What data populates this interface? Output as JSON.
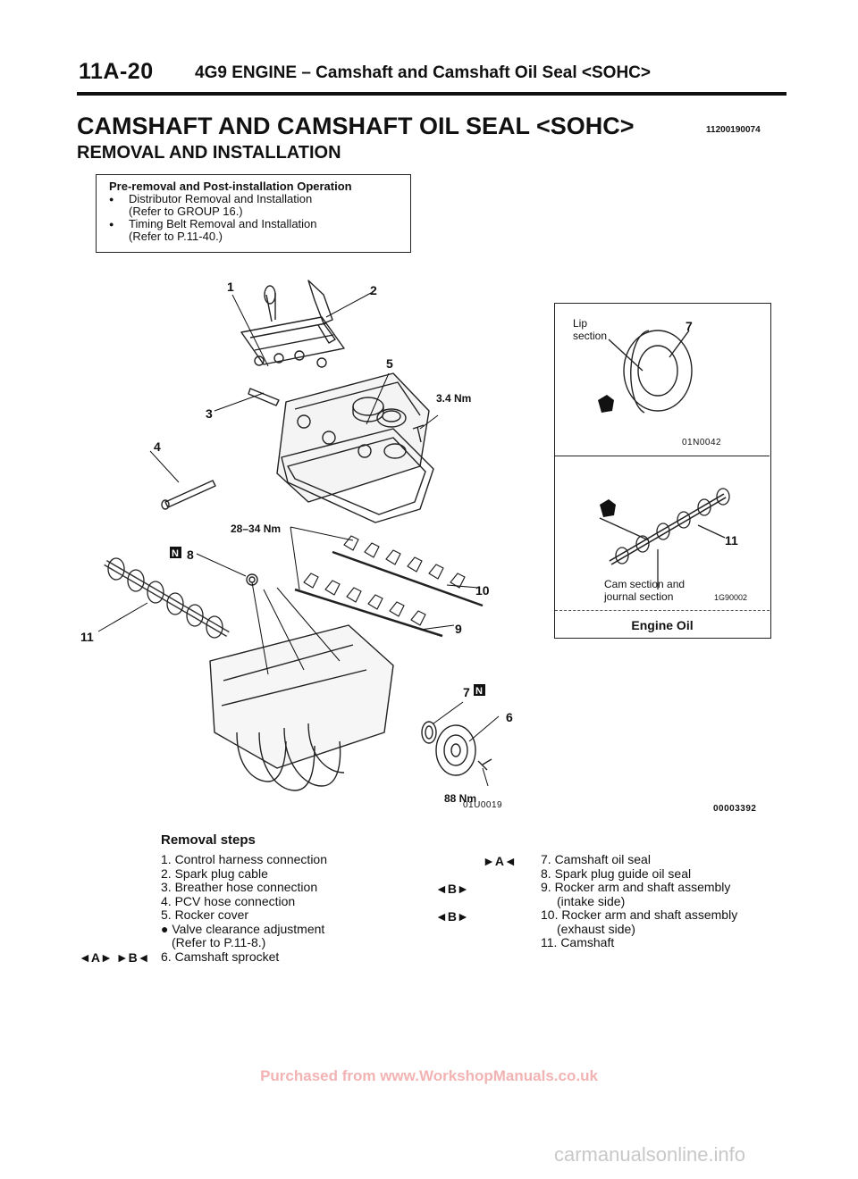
{
  "header": {
    "page_number": "11A-20",
    "section_title": "4G9 ENGINE – Camshaft and Camshaft Oil Seal <SOHC>"
  },
  "title": {
    "main": "CAMSHAFT AND CAMSHAFT OIL SEAL <SOHC>",
    "code": "11200190074",
    "subtitle": "REMOVAL AND INSTALLATION"
  },
  "pre_operation": {
    "heading": "Pre-removal and Post-installation Operation",
    "items": [
      {
        "text": "Distributor Removal and Installation",
        "sub": "(Refer to GROUP 16.)"
      },
      {
        "text": "Timing Belt Removal and Installation",
        "sub": "(Refer to P.11-40.)"
      }
    ]
  },
  "diagram": {
    "callouts": [
      "1",
      "2",
      "3",
      "4",
      "5",
      "8",
      "9",
      "10",
      "11",
      "7",
      "6"
    ],
    "torques": [
      "3.4 Nm",
      "28–34 Nm",
      "88 Nm"
    ],
    "new_part_mark": "N",
    "figure_code": "01U0019"
  },
  "sidebox": {
    "lip_label_1": "Lip",
    "lip_label_2": "section",
    "seal_callout": "7",
    "seal_code": "01N0042",
    "cam_callout": "11",
    "cam_label_1": "Cam section and",
    "cam_label_2": "journal section",
    "cam_code": "1G90002",
    "footer": "Engine Oil"
  },
  "figure_id": "00003392",
  "removal": {
    "heading": "Removal steps",
    "left": [
      "1. Control harness connection",
      "2. Spark plug cable",
      "3. Breather hose connection",
      "4. PCV hose connection",
      "5. Rocker cover",
      "● Valve clearance adjustment",
      "(Refer to P.11-8.)",
      "6. Camshaft sprocket"
    ],
    "left_marks": "◄A► ►B◄",
    "right": [
      "7. Camshaft oil seal",
      "8. Spark plug guide oil seal",
      "9. Rocker arm and shaft assembly",
      "(intake side)",
      "10. Rocker arm and shaft assembly",
      "(exhaust side)",
      "11. Camshaft"
    ],
    "right_marks": [
      "►A◄",
      "◄B►",
      "◄B►"
    ]
  },
  "footer": {
    "purchase": "Purchased from www.WorkshopManuals.co.uk",
    "watermark": "carmanualsonline.info"
  }
}
